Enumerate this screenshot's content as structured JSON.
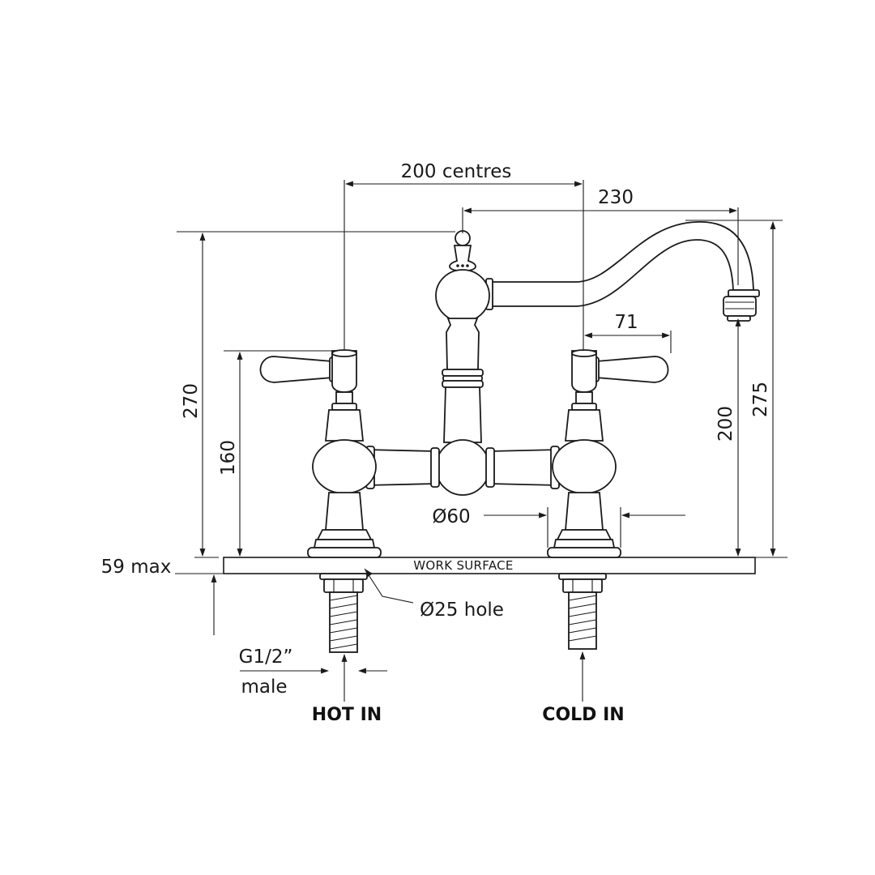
{
  "labels": {
    "centres": "200 centres",
    "reach": "230",
    "lever_reach": "71",
    "total_height": "270",
    "lever_height": "160",
    "spout_height": "200",
    "overall_height": "275",
    "max_surface": "59 max",
    "base_diameter": "Ø60",
    "work_surface": "WORK SURFACE",
    "hole": "Ø25 hole",
    "thread": "G1/2”",
    "male": "male",
    "hot_in": "HOT IN",
    "cold_in": "COLD IN"
  }
}
